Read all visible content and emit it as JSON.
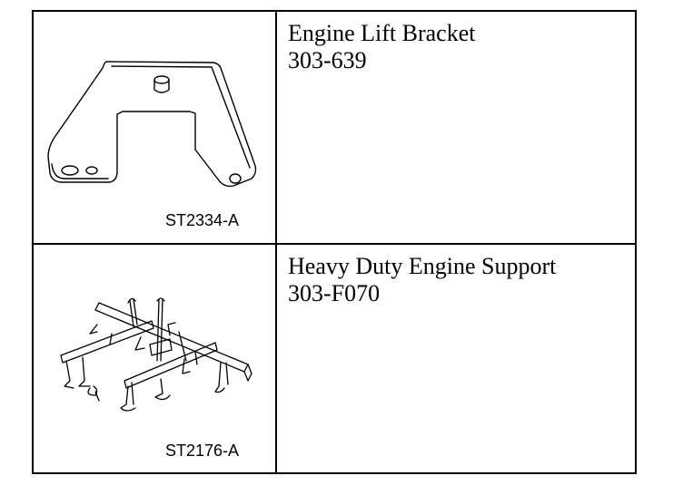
{
  "tools": [
    {
      "name": "Engine Lift Bracket",
      "number": "303-639",
      "figure_id": "ST2334-A",
      "icon": "engine-lift-bracket-illustration"
    },
    {
      "name": "Heavy Duty Engine Support",
      "number": "303-F070",
      "figure_id": "ST2176-A",
      "icon": "heavy-duty-engine-support-illustration"
    }
  ]
}
